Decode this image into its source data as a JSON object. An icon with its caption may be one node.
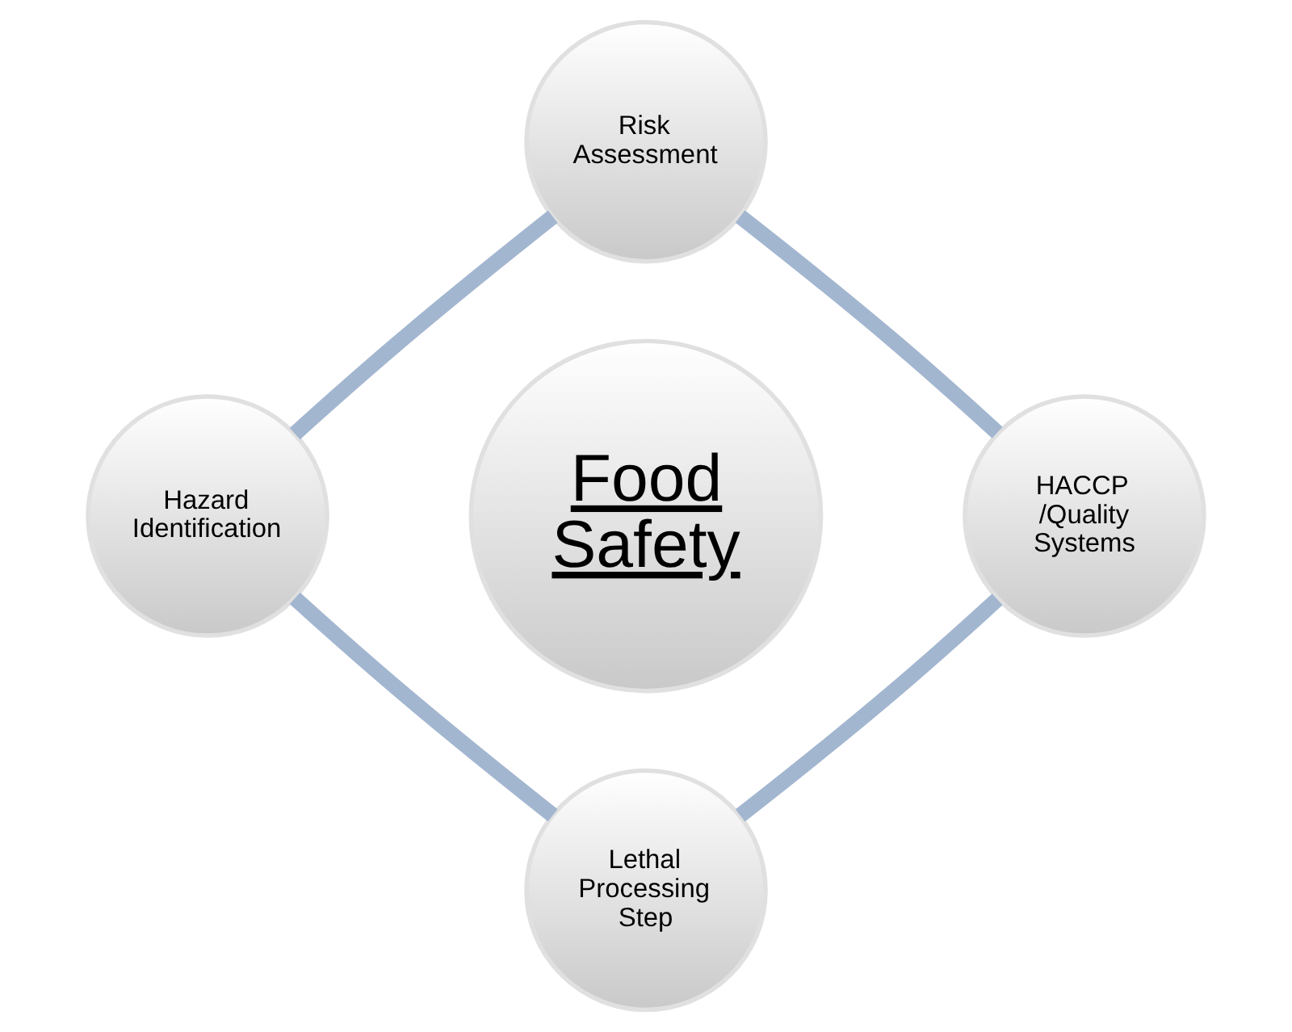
{
  "diagram": {
    "nodes": [
      {
        "text": [
          "Food Safety"
        ]
      },
      {
        "text": [
          "Risk Assessment"
        ]
      },
      {
        "text": [
          "HACCP /Quality Systems"
        ]
      },
      {
        "text": [
          "Lethal Processing Step"
        ]
      },
      {
        "text": [
          "Hazard Identification"
        ]
      }
    ],
    "edges": [
      {
        "from": 1,
        "to": 2,
        "arrow": "none"
      },
      {
        "from": 2,
        "to": 3,
        "arrow": "none"
      },
      {
        "from": 3,
        "to": 4,
        "arrow": "none"
      },
      {
        "from": 4,
        "to": 1,
        "arrow": "none"
      }
    ]
  }
}
